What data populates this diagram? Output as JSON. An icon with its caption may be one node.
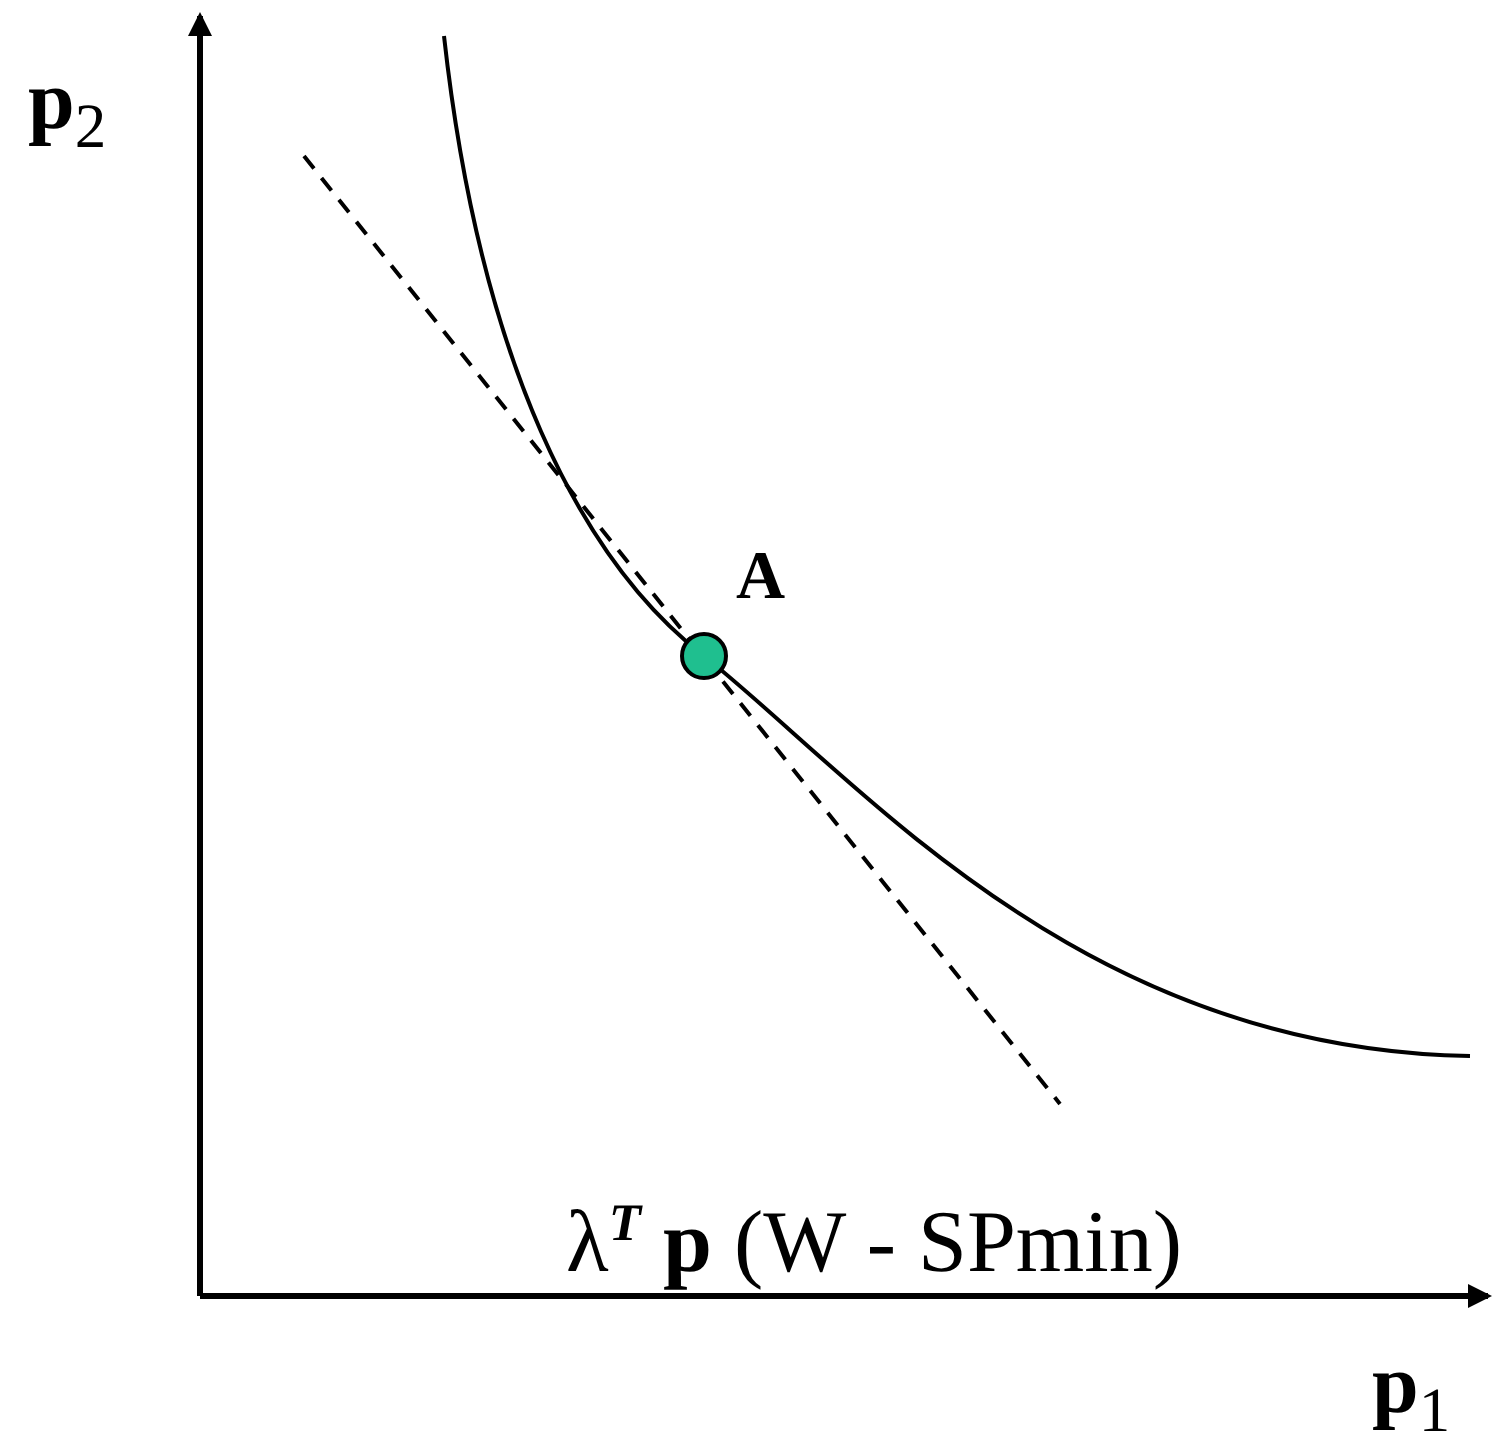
{
  "diagram": {
    "labels": [
      "**p**$_{2}$",
      "A",
      "λ$^{T}$ **p** (W - SPmin)",
      "**p**$_{1}$"
    ]
  }
}
